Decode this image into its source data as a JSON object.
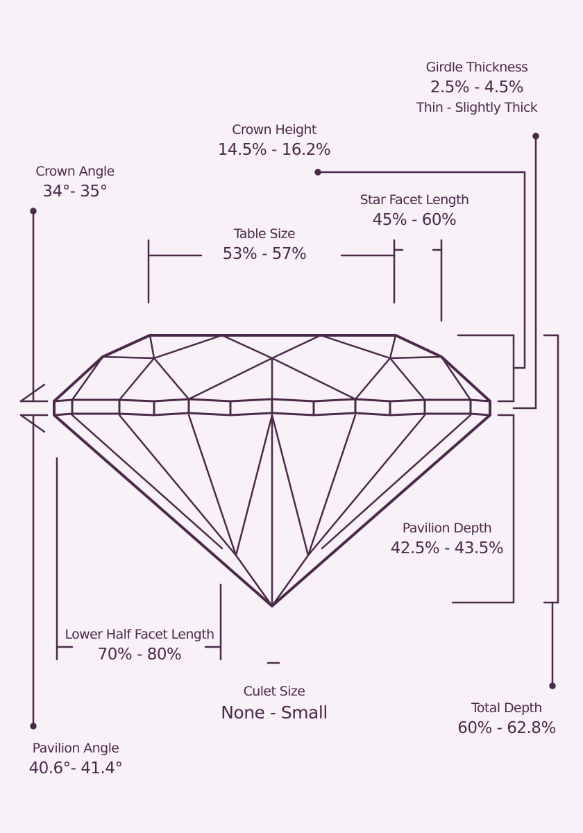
{
  "colors": {
    "line": "#4a2a48",
    "background": "#f8f1f7"
  },
  "labels": {
    "girdle_thickness": {
      "name": "Girdle Thickness",
      "value": "2.5% - 4.5%",
      "note": "Thin - Slightly Thick"
    },
    "crown_height": {
      "name": "Crown Height",
      "value": "14.5% - 16.2%"
    },
    "crown_angle": {
      "name": "Crown Angle",
      "value": "34°- 35°"
    },
    "star_facet_length": {
      "name": "Star Facet Length",
      "value": "45% - 60%"
    },
    "table_size": {
      "name": "Table Size",
      "value": "53% - 57%"
    },
    "pavilion_depth": {
      "name": "Pavilion Depth",
      "value": "42.5% - 43.5%"
    },
    "lower_half_facet_length": {
      "name": "Lower Half Facet Length",
      "value": "70% - 80%"
    },
    "culet_size": {
      "name": "Culet Size",
      "value": "None - Small"
    },
    "total_depth": {
      "name": "Total Depth",
      "value": "60% - 62.8%"
    },
    "pavilion_angle": {
      "name": "Pavilion Angle",
      "value": "40.6°- 41.4°"
    }
  }
}
